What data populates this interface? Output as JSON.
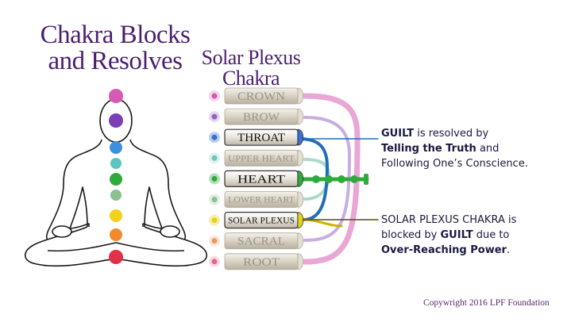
{
  "title": [
    "Chakra Blocks",
    "and Resolves"
  ],
  "subtitle": [
    "Solar Plexus",
    "Chakra"
  ],
  "chakras": [
    {
      "label": "CROWN",
      "color": "#d45ab4",
      "active": false,
      "wide": false
    },
    {
      "label": "BROW",
      "color": "#9b62c9",
      "active": false,
      "wide": false
    },
    {
      "label": "THROAT",
      "color": "#3d6fd1",
      "active": true,
      "wide": false
    },
    {
      "label": "UPPER HEART",
      "color": "#6fc6b8",
      "active": false,
      "wide": true
    },
    {
      "label": "HEART",
      "color": "#2faa3c",
      "active": true,
      "wide": false
    },
    {
      "label": "LOWER HEART",
      "color": "#8cc08e",
      "active": false,
      "wide": true
    },
    {
      "label": "SOLAR PLEXUS",
      "color": "#e6d21a",
      "active": true,
      "wide": true
    },
    {
      "label": "SACRAL",
      "color": "#e99a6a",
      "active": false,
      "wide": false
    },
    {
      "label": "ROOT",
      "color": "#e06a8a",
      "active": false,
      "wide": false
    }
  ],
  "note_resolve": {
    "line1_bold": "GUILT",
    "line1_rest": " is resolved by",
    "line2_bold": "Telling the Truth",
    "line2_rest": " and",
    "line3": "Following One’s Conscience."
  },
  "note_block": {
    "line1": "SOLAR PLEXUS CHAKRA is",
    "line2_pre": "blocked by ",
    "line2_bold": "GUILT",
    "line2_post": " due to",
    "line3_bold": "Over-Reaching Power",
    "line3_post": "."
  },
  "copyright": "Copywright 2016 LPF Foundation",
  "colors": {
    "title": "#4b1f6f",
    "throat_line": "#1f6fb8",
    "solar_line": "#c9b400",
    "heart": "#2faa3c"
  }
}
